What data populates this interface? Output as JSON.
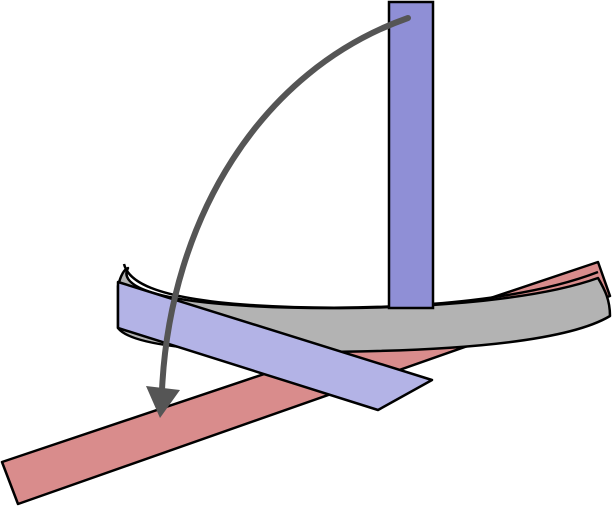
{
  "diagram": {
    "kind": "rotation-illustration",
    "elements": [
      {
        "name": "red-bar",
        "role": "lower rotated strip",
        "fill": "#D98C8C"
      },
      {
        "name": "gray-band",
        "role": "curved rotation arc band",
        "fill": "#B3B3B3"
      },
      {
        "name": "vertical-blue-bar",
        "role": "upright strip",
        "fill": "#8F8FD6"
      },
      {
        "name": "lavender-bar",
        "role": "intermediate tilted strip",
        "fill": "#B3B3E6"
      },
      {
        "name": "rotation-arrow",
        "role": "curved arrow indicating rotation",
        "fill": "#555555"
      }
    ],
    "stroke_color": "#000000"
  }
}
